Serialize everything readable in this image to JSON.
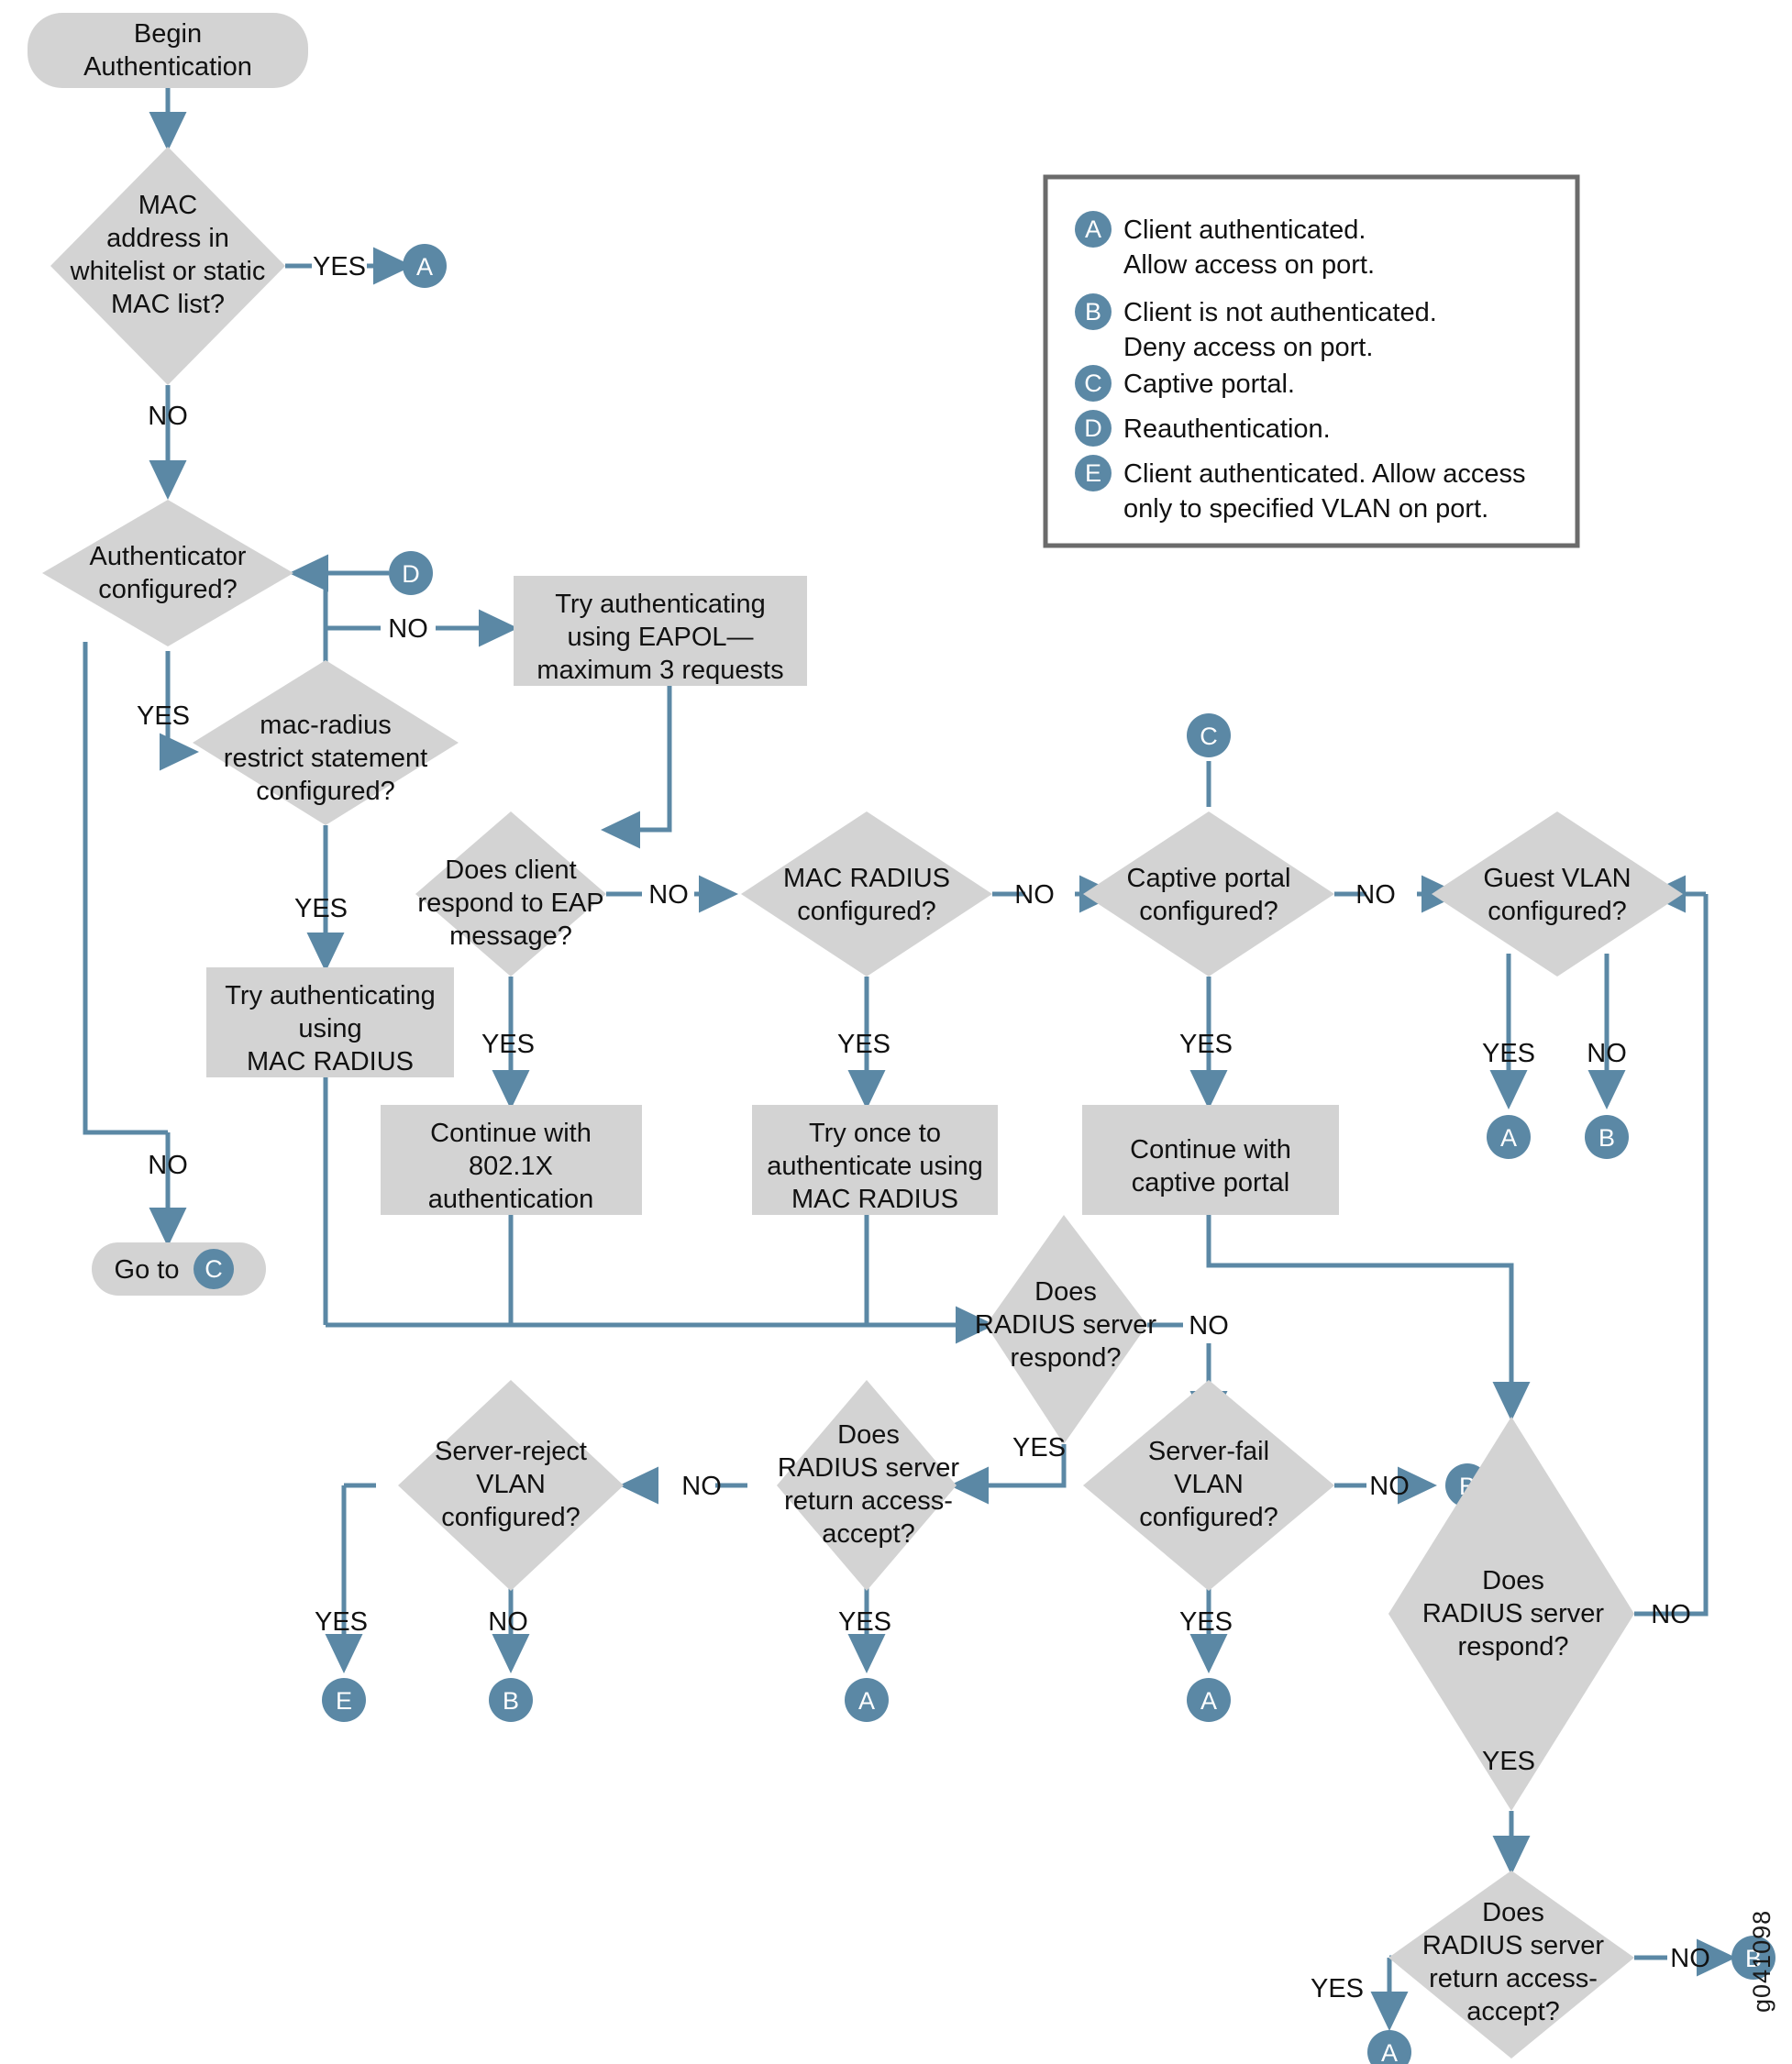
{
  "colors": {
    "shape_fill": "#d3d3d3",
    "connector": "#5b88a5",
    "badge_fill": "#5b88a5",
    "badge_text": "#ffffff",
    "legend_border": "#6b6b6b",
    "text": "#111111",
    "background": "#ffffff"
  },
  "watermark": "g041098",
  "legend": {
    "items": [
      {
        "key": "A",
        "line1": "Client authenticated.",
        "line2": "Allow access on port."
      },
      {
        "key": "B",
        "line1": "Client is not authenticated.",
        "line2": "Deny access on port."
      },
      {
        "key": "C",
        "line1": "Captive portal.",
        "line2": ""
      },
      {
        "key": "D",
        "line1": "Reauthentication.",
        "line2": ""
      },
      {
        "key": "E",
        "line1": "Client authenticated. Allow access",
        "line2": "only to specified VLAN on port."
      }
    ]
  },
  "nodes": {
    "begin": {
      "label1": "Begin",
      "label2": "Authentication"
    },
    "mac_whitelist": {
      "label1": "MAC",
      "label2": "address in",
      "label3": "whitelist or static",
      "label4": "MAC list?"
    },
    "authenticator": {
      "label1": "Authenticator",
      "label2": "configured?"
    },
    "mac_radius_restrict": {
      "label1": "mac-radius",
      "label2": "restrict statement",
      "label3": "configured?"
    },
    "try_eapol": {
      "label1": "Try authenticating",
      "label2": "using EAPOL—",
      "label3": "maximum 3 requests"
    },
    "try_auth_mac_radius": {
      "label1": "Try authenticating",
      "label2": "using",
      "label3": "MAC RADIUS"
    },
    "goto_c": {
      "label": "Go to",
      "badge": "C"
    },
    "client_eap": {
      "label1": "Does client",
      "label2": "respond to EAP",
      "label3": "message?"
    },
    "continue_8021x": {
      "label1": "Continue with",
      "label2": "802.1X",
      "label3": "authentication"
    },
    "mac_radius_conf": {
      "label1": "MAC RADIUS",
      "label2": "configured?"
    },
    "try_once_mac_radius": {
      "label1": "Try once to",
      "label2": "authenticate using",
      "label3": "MAC RADIUS"
    },
    "captive_portal_conf": {
      "label1": "Captive portal",
      "label2": "configured?"
    },
    "continue_captive": {
      "label1": "Continue with",
      "label2": "captive portal"
    },
    "guest_vlan_conf": {
      "label1": "Guest VLAN",
      "label2": "configured?"
    },
    "radius_respond_1": {
      "label1": "Does",
      "label2": "RADIUS server",
      "label3": "respond?"
    },
    "radius_accept_1": {
      "label1": "Does",
      "label2": "RADIUS server",
      "label3": "return access-",
      "label4": "accept?"
    },
    "server_reject_vlan": {
      "label1": "Server-reject",
      "label2": "VLAN",
      "label3": "configured?"
    },
    "server_fail_vlan": {
      "label1": "Server-fail",
      "label2": "VLAN",
      "label3": "configured?"
    },
    "radius_respond_2": {
      "label1": "Does",
      "label2": "RADIUS server",
      "label3": "respond?"
    },
    "radius_accept_2": {
      "label1": "Does",
      "label2": "RADIUS server",
      "label3": "return access-",
      "label4": "accept?"
    }
  },
  "edge_labels": {
    "yes": "YES",
    "no": "NO"
  },
  "badges": {
    "a": "A",
    "b": "B",
    "c": "C",
    "d": "D",
    "e": "E"
  },
  "flow_edges": [
    {
      "from": "begin",
      "to": "mac_whitelist",
      "label": ""
    },
    {
      "from": "mac_whitelist",
      "to": "badge-a-1",
      "label": "YES"
    },
    {
      "from": "mac_whitelist",
      "to": "authenticator",
      "label": "NO"
    },
    {
      "from": "badge-d",
      "to": "authenticator",
      "label": ""
    },
    {
      "from": "authenticator",
      "to": "try_eapol",
      "label": "NO"
    },
    {
      "from": "authenticator",
      "to": "mac_radius_restrict",
      "label": "YES"
    },
    {
      "from": "authenticator",
      "to": "goto_c",
      "label": "NO"
    },
    {
      "from": "mac_radius_restrict",
      "to": "try_auth_mac_radius",
      "label": "YES"
    },
    {
      "from": "try_eapol",
      "to": "client_eap",
      "label": ""
    },
    {
      "from": "client_eap",
      "to": "continue_8021x",
      "label": "YES"
    },
    {
      "from": "client_eap",
      "to": "mac_radius_conf",
      "label": "NO"
    },
    {
      "from": "mac_radius_conf",
      "to": "try_once_mac_radius",
      "label": "YES"
    },
    {
      "from": "mac_radius_conf",
      "to": "captive_portal_conf",
      "label": "NO"
    },
    {
      "from": "badge-c-top",
      "to": "captive_portal_conf",
      "label": ""
    },
    {
      "from": "captive_portal_conf",
      "to": "continue_captive",
      "label": "YES"
    },
    {
      "from": "captive_portal_conf",
      "to": "guest_vlan_conf",
      "label": "NO"
    },
    {
      "from": "guest_vlan_conf",
      "to": "badge-a-guest",
      "label": "YES"
    },
    {
      "from": "guest_vlan_conf",
      "to": "badge-b-guest",
      "label": "NO"
    },
    {
      "from": "try_auth_mac_radius",
      "to": "radius_respond_1",
      "label": ""
    },
    {
      "from": "continue_8021x",
      "to": "radius_respond_1",
      "label": ""
    },
    {
      "from": "try_once_mac_radius",
      "to": "radius_respond_1",
      "label": ""
    },
    {
      "from": "continue_captive",
      "to": "radius_respond_2",
      "label": ""
    },
    {
      "from": "radius_respond_1",
      "to": "radius_accept_1",
      "label": "YES"
    },
    {
      "from": "radius_respond_1",
      "to": "server_fail_vlan",
      "label": "NO"
    },
    {
      "from": "radius_accept_1",
      "to": "badge-a-accept",
      "label": "YES"
    },
    {
      "from": "radius_accept_1",
      "to": "server_reject_vlan",
      "label": "NO"
    },
    {
      "from": "server_reject_vlan",
      "to": "badge-e",
      "label": "YES"
    },
    {
      "from": "server_reject_vlan",
      "to": "badge-b-reject",
      "label": "NO"
    },
    {
      "from": "server_fail_vlan",
      "to": "badge-a-fail",
      "label": "YES"
    },
    {
      "from": "server_fail_vlan",
      "to": "badge-b-fail",
      "label": "NO"
    },
    {
      "from": "radius_respond_2",
      "to": "radius_accept_2",
      "label": "YES"
    },
    {
      "from": "radius_respond_2",
      "to": "guest_vlan_conf",
      "label": "NO"
    },
    {
      "from": "radius_accept_2",
      "to": "badge-a-final",
      "label": "YES"
    },
    {
      "from": "radius_accept_2",
      "to": "badge-b-final",
      "label": "NO"
    }
  ]
}
